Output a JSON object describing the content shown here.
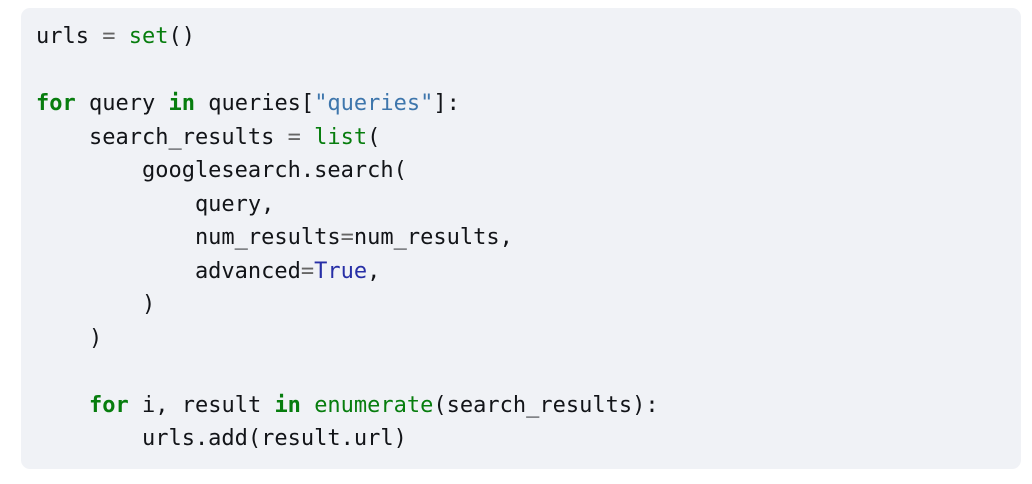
{
  "page": {
    "background": "#ffffff"
  },
  "code_block": {
    "language": "python",
    "background": "#f0f2f6",
    "colors": {
      "default": "#121418",
      "keyword": "#077d0e",
      "builtin": "#077d0e",
      "string": "#3e76ac",
      "constant": "#272fa6",
      "operator": "#666666"
    },
    "lines": [
      [
        {
          "t": "urls ",
          "c": "default"
        },
        {
          "t": "=",
          "c": "operator"
        },
        {
          "t": " ",
          "c": "default"
        },
        {
          "t": "set",
          "c": "builtin"
        },
        {
          "t": "()",
          "c": "default"
        }
      ],
      [],
      [
        {
          "t": "for",
          "c": "keyword"
        },
        {
          "t": " query ",
          "c": "default"
        },
        {
          "t": "in",
          "c": "keyword"
        },
        {
          "t": " queries[",
          "c": "default"
        },
        {
          "t": "\"queries\"",
          "c": "string"
        },
        {
          "t": "]:",
          "c": "default"
        }
      ],
      [
        {
          "t": "    search_results ",
          "c": "default"
        },
        {
          "t": "=",
          "c": "operator"
        },
        {
          "t": " ",
          "c": "default"
        },
        {
          "t": "list",
          "c": "builtin"
        },
        {
          "t": "(",
          "c": "default"
        }
      ],
      [
        {
          "t": "        googlesearch.search(",
          "c": "default"
        }
      ],
      [
        {
          "t": "            query,",
          "c": "default"
        }
      ],
      [
        {
          "t": "            num_results",
          "c": "default"
        },
        {
          "t": "=",
          "c": "operator"
        },
        {
          "t": "num_results,",
          "c": "default"
        }
      ],
      [
        {
          "t": "            advanced",
          "c": "default"
        },
        {
          "t": "=",
          "c": "operator"
        },
        {
          "t": "True",
          "c": "constant"
        },
        {
          "t": ",",
          "c": "default"
        }
      ],
      [
        {
          "t": "        )",
          "c": "default"
        }
      ],
      [
        {
          "t": "    )",
          "c": "default"
        }
      ],
      [],
      [
        {
          "t": "    ",
          "c": "default"
        },
        {
          "t": "for",
          "c": "keyword"
        },
        {
          "t": " i, result ",
          "c": "default"
        },
        {
          "t": "in",
          "c": "keyword"
        },
        {
          "t": " ",
          "c": "default"
        },
        {
          "t": "enumerate",
          "c": "builtin"
        },
        {
          "t": "(search_results):",
          "c": "default"
        }
      ],
      [
        {
          "t": "        urls.add(result.url)",
          "c": "default"
        }
      ]
    ]
  }
}
